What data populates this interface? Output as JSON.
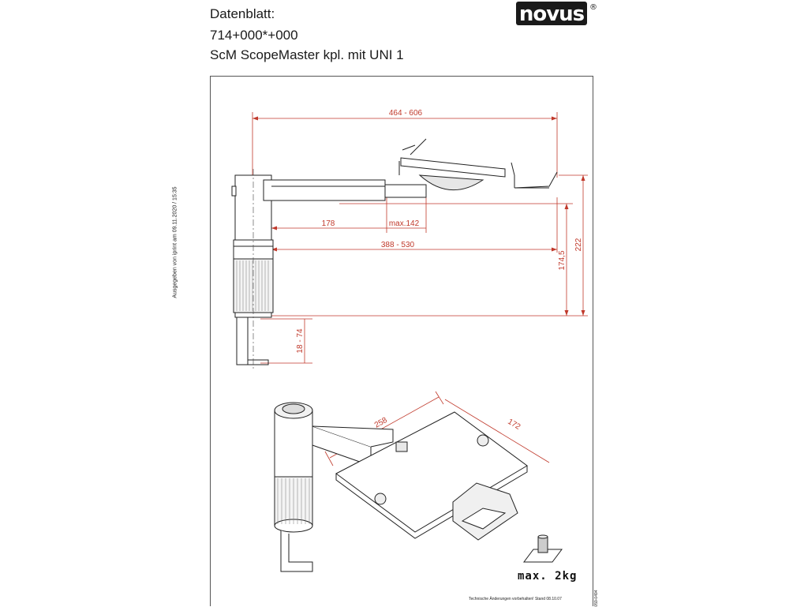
{
  "header": {
    "title": "Datenblatt:",
    "article_no": "714+000*+000",
    "product": "ScM ScopeMaster kpl. mit UNI 1"
  },
  "brand": {
    "logo": "novus",
    "registered": "®"
  },
  "side_note": "Ausgegeben von iprint am 09.11.2020 / 15:35",
  "dimensions": {
    "total_length": "464 - 606",
    "offset": "178",
    "slide": "max.142",
    "arm_length": "388 - 530",
    "height_inner": "174,5",
    "height_total": "222",
    "clamp_range": "18 - 74",
    "tray_width": "258",
    "tray_depth": "172"
  },
  "load_label": "max. 2kg",
  "footnote": "Technische Änderungen vorbehalten! Stand 08.10.07",
  "doc_code": "059-0494",
  "colors": {
    "dimension": "#c0392b",
    "line": "#222222",
    "accent": "#555555"
  }
}
